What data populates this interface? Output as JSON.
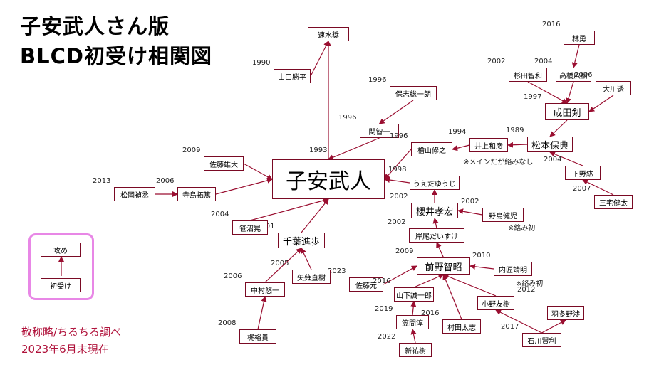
{
  "title": {
    "line1": "子安武人さん版",
    "line2": "BLCD初受け相関図"
  },
  "footer": {
    "line1": "敬称略/ちるちる調べ",
    "line2": "2023年6月末現在"
  },
  "legend": {
    "top_label": "攻め",
    "bottom_label": "初受け"
  },
  "colors": {
    "edge": "#9a0e30",
    "legend_border": "#e887e6",
    "footer_text": "#b0123b"
  },
  "nodes": {
    "koyasu": {
      "name": "子安武人",
      "year": "1993"
    },
    "hayami": {
      "name": "速水奨"
    },
    "yamaguchi": {
      "name": "山口勝平",
      "year": "1990"
    },
    "hoshi": {
      "name": "保志総一朗",
      "year": "1996"
    },
    "seki": {
      "name": "関智一",
      "year": "1996"
    },
    "hiyama": {
      "name": "檜山修之",
      "year": "1996"
    },
    "inoue": {
      "name": "井上和彦",
      "year": "1994"
    },
    "matsumoto": {
      "name": "松本保典",
      "year": "1989"
    },
    "narita": {
      "name": "成田剣",
      "year": "1997"
    },
    "sugita": {
      "name": "杉田智和",
      "year": "2002"
    },
    "takahashi": {
      "name": "高橋広樹",
      "year": "2004"
    },
    "hayashi": {
      "name": "林勇",
      "year": "2016"
    },
    "okawa": {
      "name": "大川透",
      "year": "2006"
    },
    "shimono": {
      "name": "下野紘",
      "year": "2004"
    },
    "miyake": {
      "name": "三宅健太",
      "year": "2007"
    },
    "ueda": {
      "name": "うえだゆうじ",
      "year": "1998"
    },
    "sakurai": {
      "name": "櫻井孝宏",
      "year": "2002"
    },
    "nojima": {
      "name": "野島健児",
      "year": "2002"
    },
    "kishio": {
      "name": "岸尾だいすけ",
      "year": "2002"
    },
    "maeno": {
      "name": "前野智昭",
      "year": "2009"
    },
    "uchida": {
      "name": "内匠靖明",
      "year": "2010"
    },
    "sato_gen": {
      "name": "佐藤元",
      "year": "2023"
    },
    "yamashita": {
      "name": "山下誠一郎",
      "year": "2016"
    },
    "kasama": {
      "name": "笠間淳",
      "year": "2019"
    },
    "shin": {
      "name": "新祐樹",
      "year": "2022"
    },
    "murata": {
      "name": "村田太志",
      "year": "2016"
    },
    "ono": {
      "name": "小野友樹",
      "year": "2012"
    },
    "ishikawa": {
      "name": "石川賢利",
      "year": "2017"
    },
    "hatano": {
      "name": "羽多野渉"
    },
    "chiba": {
      "name": "千葉進歩",
      "year": "2001"
    },
    "yajima": {
      "name": "矢薙直樹",
      "year": "2005"
    },
    "nakamura": {
      "name": "中村悠一",
      "year": "2006"
    },
    "kaji": {
      "name": "梶裕貴",
      "year": "2008"
    },
    "sasanuma": {
      "name": "笹沼晃",
      "year": "2004"
    },
    "terashima": {
      "name": "寺島拓篤",
      "year": "2006"
    },
    "matsuoka": {
      "name": "松岡禎丞",
      "year": "2013"
    },
    "sato_takumi": {
      "name": "佐藤雄大",
      "year": "2009"
    }
  },
  "notes": {
    "inoue_note": "※メインだが絡みなし",
    "nojima_note": "※絡み初",
    "uchida_note": "※絡み初"
  }
}
